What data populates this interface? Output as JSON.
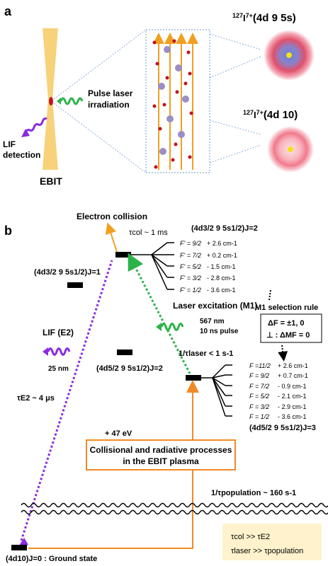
{
  "panel_a": {
    "label": "a",
    "pulse_laser_line1": "Pulse laser",
    "pulse_laser_line2": "irradiation",
    "lif_detection_line1": "LIF",
    "lif_detection_line2": "detection",
    "ebit_label": "EBIT",
    "ion_upper_mass": "127",
    "ion_upper_element": "I",
    "ion_upper_charge": "7+",
    "ion_upper_config": "(4d 9 5s)",
    "ion_lower_mass": "127",
    "ion_lower_element": "I",
    "ion_lower_charge": "7+",
    "ion_lower_config": "(4d 10)"
  },
  "panel_b": {
    "label": "b",
    "electron_collision": "Electron collision",
    "tau_col": "τcol ~ 1 ms",
    "state_j2_upper": "(4d3/2 9 5s1/2)J=2",
    "state_j1": "(4d3/2 9 5s1/2)J=1",
    "state_j2_lower": "(4d5/2 9 5s1/2)J=2",
    "state_j3": "(4d5/2 9 5s1/2)J=3",
    "ground_state": "(4d10)J=0 : Ground state",
    "upper_hfs": [
      {
        "f": "F' = 9/2",
        "shift": "+ 2.6 cm-1"
      },
      {
        "f": "F' = 7/2",
        "shift": "+ 0.2 cm-1"
      },
      {
        "f": "F' = 5/2",
        "shift": "- 1.5 cm-1"
      },
      {
        "f": "F' = 3/2",
        "shift": "- 2.8 cm-1"
      },
      {
        "f": "F' = 1/2",
        "shift": "- 3.6 cm-1"
      }
    ],
    "lower_hfs": [
      {
        "f": "F =11/2",
        "shift": "+ 2.6 cm-1"
      },
      {
        "f": "F = 9/2",
        "shift": "+ 0.7 cm-1"
      },
      {
        "f": "F = 7/2",
        "shift": "- 0.9 cm-1"
      },
      {
        "f": "F = 5/2",
        "shift": "- 2.1 cm-1"
      },
      {
        "f": "F = 3/2",
        "shift": "- 2.9 cm-1"
      },
      {
        "f": "F = 1/2",
        "shift": "- 3.6 cm-1"
      }
    ],
    "laser_excitation": "Laser excitation (M1)",
    "laser_wavelength": "567 nm",
    "laser_pulse": "10 ns pulse",
    "tau_laser": "1/τlaser < 1 s-1",
    "lif_e2": "LIF (E2)",
    "lif_wavelength": "25 nm",
    "tau_e2": "τE2 ~ 4 μs",
    "selection_rule_title": "M1 selection rule",
    "selection_rule_1": "ΔF = ±1, 0",
    "selection_rule_2": "⊥ : ΔMF = 0",
    "energy_47": "+ 47 eV",
    "plasma_line1": "Collisional and radiative processes",
    "plasma_line2": "in the EBIT plasma",
    "tau_population": "1/τpopulation ~ 160 s-1",
    "relation_1": "τcol >> τE2",
    "relation_2": "τlaser >> τpopulation"
  },
  "colors": {
    "orange": "#f08a24",
    "purple": "#8a2be2",
    "green": "#2bb34a",
    "beam": "#f7d27a",
    "blue_dots": "#9b8ec4",
    "red_dots": "#c0141c",
    "note_bg": "#fff2cc"
  }
}
